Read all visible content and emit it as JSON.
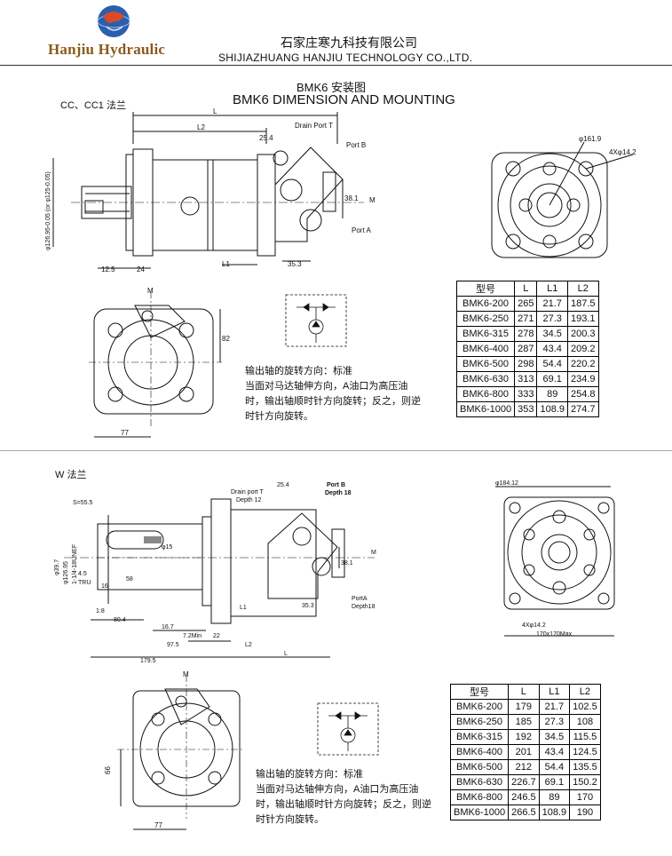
{
  "header": {
    "brand": "Hanjiu Hydraulic",
    "company_cn": "石家庄寒九科技有限公司",
    "company_en": "SHIJIAZHUANG HANJIU TECHNOLOGY CO.,LTD."
  },
  "title": {
    "cn": "BMK6 安装图",
    "en": "BMK6 DIMENSION AND MOUNTING"
  },
  "colors": {
    "brand": "#8a5a1a",
    "line": "#111111",
    "logo_blue": "#2b5fae"
  },
  "section1": {
    "label": "CC、CC1 法兰",
    "dims": {
      "L": "L",
      "L2": "L2",
      "L1": "L1",
      "d25": "25.4",
      "drain": "Drain Port T",
      "portB": "Port B",
      "portA": "Port A",
      "d381": "38.1",
      "M": "M",
      "d353": "35.3",
      "d125": "12.5",
      "d24": "24",
      "shaft": "φ126.95-0.05 (or φ125-0.05)",
      "flange_top": "φ161.9",
      "holes": "4Xφ14.2",
      "front_M": "M",
      "h82": "82",
      "w77": "77"
    },
    "table": {
      "headers": [
        "型号",
        "L",
        "L1",
        "L2"
      ],
      "rows": [
        [
          "BMK6-200",
          "265",
          "21.7",
          "187.5"
        ],
        [
          "BMK6-250",
          "271",
          "27.3",
          "193.1"
        ],
        [
          "BMK6-315",
          "278",
          "34.5",
          "200.3"
        ],
        [
          "BMK6-400",
          "287",
          "43.4",
          "209.2"
        ],
        [
          "BMK6-500",
          "298",
          "54.4",
          "220.2"
        ],
        [
          "BMK6-630",
          "313",
          "69.1",
          "234.9"
        ],
        [
          "BMK6-800",
          "333",
          "89",
          "254.8"
        ],
        [
          "BMK6-1000",
          "353",
          "108.9",
          "274.7"
        ]
      ]
    },
    "note": [
      "输出轴的旋转方向：标准",
      "当面对马达轴伸方向，A油口为高压油",
      "时，输出轴顺时针方向旋转；反之，则逆",
      "时针方向旋转。"
    ]
  },
  "section2": {
    "label": "W 法兰",
    "dims": {
      "s55": "S=55.5",
      "d397": "φ39.7",
      "d12695": "φ126.95",
      "unef": "1-1/4-18UNEF",
      "d15": "φ15",
      "d45": "4.5",
      "tru": "TRU",
      "d16": "16",
      "d58": "58",
      "d804": "80.4",
      "d18": "1:8",
      "d167": "16.7",
      "d72": "7.2Min",
      "d22": "22",
      "d975": "97.5",
      "d1795": "179.5",
      "L": "L",
      "L1": "L1",
      "L2": "L2",
      "drain": "Drain port T",
      "depth12": "Depth 12",
      "d254": "25.4",
      "portB": "Port B",
      "depthB": "Depth 18",
      "d381": "38.1",
      "M": "M",
      "d353": "35.3",
      "portA": "PortA",
      "depthA": "Depth18",
      "flange_top": "φ184.12",
      "holes": "4Xφ14.2",
      "square": "170x170Max.",
      "front_M": "M",
      "h66": "66",
      "w77": "77"
    },
    "table": {
      "headers": [
        "型号",
        "L",
        "L1",
        "L2"
      ],
      "rows": [
        [
          "BMK6-200",
          "179",
          "21.7",
          "102.5"
        ],
        [
          "BMK6-250",
          "185",
          "27.3",
          "108"
        ],
        [
          "BMK6-315",
          "192",
          "34.5",
          "115.5"
        ],
        [
          "BMK6-400",
          "201",
          "43.4",
          "124.5"
        ],
        [
          "BMK6-500",
          "212",
          "54.4",
          "135.5"
        ],
        [
          "BMK6-630",
          "226.7",
          "69.1",
          "150.2"
        ],
        [
          "BMK6-800",
          "246.5",
          "89",
          "170"
        ],
        [
          "BMK6-1000",
          "266.5",
          "108.9",
          "190"
        ]
      ]
    },
    "note": [
      "输出轴的旋转方向：标准",
      "当面对马达轴伸方向，A油口为高压油",
      "时，输出轴顺时针方向旋转；反之，则逆",
      "时针方向旋转。"
    ]
  }
}
